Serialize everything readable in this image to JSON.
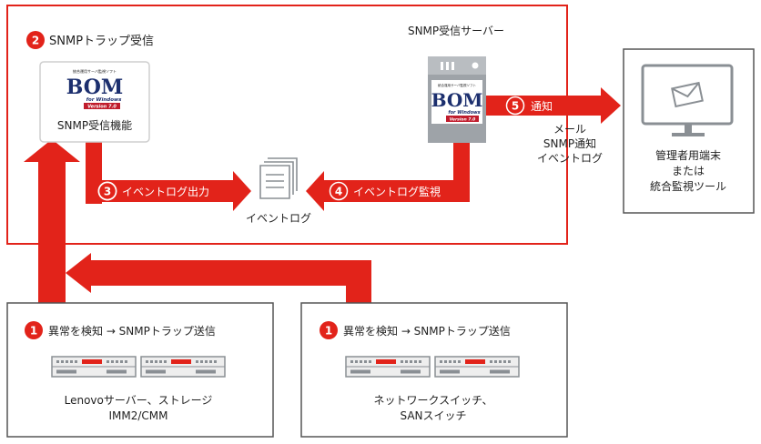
{
  "colors": {
    "accent": "#e2231a",
    "box_border": "#555555",
    "icon_gray": "#8a8f94"
  },
  "snmp_area": {
    "step_number": "2",
    "title": "SNMPトラップ受信",
    "bom_module_label": "SNMP受信機能",
    "server_label": "SNMP受信サーバー"
  },
  "bom_logo": {
    "small_text": "統合運用サーバ監視ソフト",
    "name": "BOM",
    "sub": "for Windows",
    "version": "Version 7.0"
  },
  "steps": {
    "output": {
      "number": "3",
      "label": "イベントログ出力"
    },
    "monitor": {
      "number": "4",
      "label": "イベントログ監視"
    },
    "notify": {
      "number": "5",
      "label": "通知"
    }
  },
  "event_log_label": "イベントログ",
  "notify_methods": [
    "メール",
    "SNMP通知",
    "イベントログ"
  ],
  "admin_terminal": {
    "lines": [
      "管理者用端末",
      "または",
      "統合監視ツール"
    ]
  },
  "sources": [
    {
      "number": "1",
      "title": "異常を検知 → SNMPトラップ送信",
      "lines": [
        "Lenovoサーバー、ストレージ",
        "IMM2/CMM"
      ]
    },
    {
      "number": "1",
      "title": "異常を検知 → SNMPトラップ送信",
      "lines": [
        "ネットワークスイッチ、",
        "SANスイッチ"
      ]
    }
  ]
}
